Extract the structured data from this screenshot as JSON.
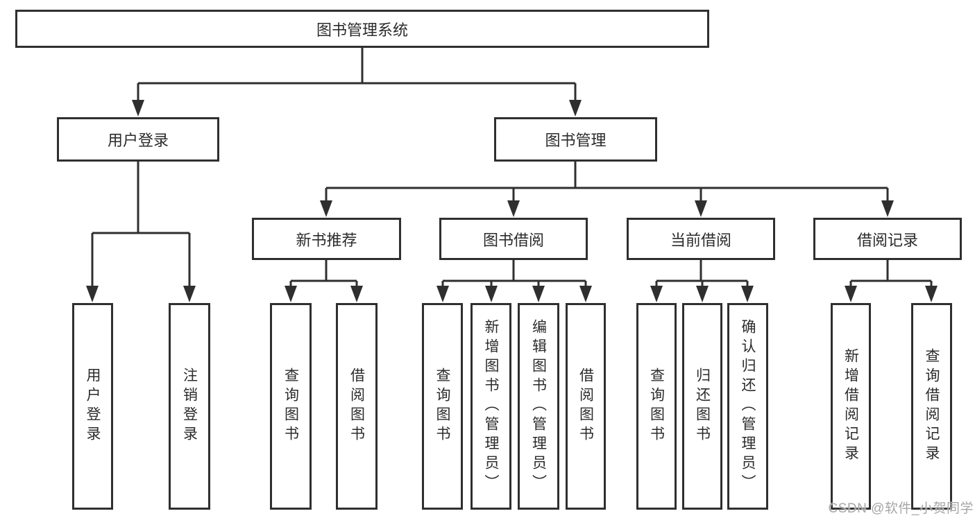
{
  "nodes": {
    "root": "图书管理系统",
    "l1": [
      "用户登录",
      "图书管理"
    ],
    "l2": [
      "新书推荐",
      "图书借阅",
      "当前借阅",
      "借阅记录"
    ],
    "l3_login": [
      "用户登录",
      "注销登录"
    ],
    "l3_newbook": [
      "查询图书",
      "借阅图书"
    ],
    "l3_borrow": [
      "查询图书",
      "新增图书（管理员）",
      "编辑图书（管理员）",
      "借阅图书"
    ],
    "l3_current": [
      "查询图书",
      "归还图书",
      "确认归还（管理员）"
    ],
    "l3_records": [
      "新增借阅记录",
      "查询借阅记录"
    ]
  },
  "watermark": "CSDN @软件_小贺同学",
  "colors": {
    "line": "#2f2f2f",
    "text": "#2b2b2b",
    "watermark": "#a6a6a6",
    "background": "#ffffff"
  }
}
